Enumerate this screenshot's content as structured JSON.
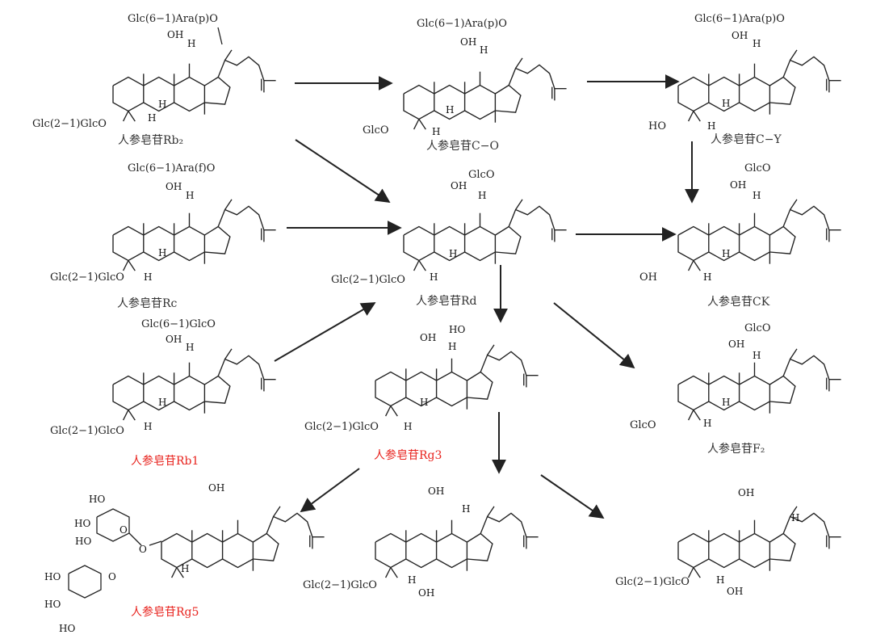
{
  "labels": {
    "sub_rb2": "Glc(6−1)Ara(p)O",
    "sub_rb2_b": "Glc(2−1)GlcO",
    "sub_co": "Glc(6−1)Ara(p)O",
    "sub_co_b": "GlcO",
    "sub_cy": "Glc(6−1)Ara(p)O",
    "sub_cy_b": "HO",
    "sub_rc": "Glc(6−1)Ara(f)O",
    "sub_rc_b": "Glc(2−1)GlcO",
    "sub_rd": "GlcO",
    "sub_rd_b": "Glc(2−1)GlcO",
    "sub_ck": "GlcO",
    "sub_ck_b": "OH",
    "sub_rb1": "Glc(6−1)GlcO",
    "sub_rb1_b": "Glc(2−1)GlcO",
    "sub_rg3": "HO",
    "sub_rg3_b": "Glc(2−1)GlcO",
    "sub_f2": "GlcO",
    "sub_f2_b": "GlcO",
    "sub_b1_b": "Glc(2−1)GlcO",
    "sub_b2_b": "Glc(2−1)GlcO"
  },
  "names": {
    "rb2": "人参皂苷Rb₂",
    "co": "人参皂苷C−O",
    "cy": "人参皂苷C−Y",
    "rc": "人参皂苷Rc",
    "rd": "人参皂苷Rd",
    "ck": "人参皂苷CK",
    "rb1": "人参皂苷Rb1",
    "rg3": "人参皂苷Rg3",
    "f2": "人参皂苷F₂",
    "rg5": "人参皂苷Rg5"
  },
  "atoms": {
    "oh": "OH",
    "h": "H",
    "ho": "HO",
    "o": "O"
  },
  "colors": {
    "highlight": "#e8231e",
    "ink": "#222222"
  }
}
